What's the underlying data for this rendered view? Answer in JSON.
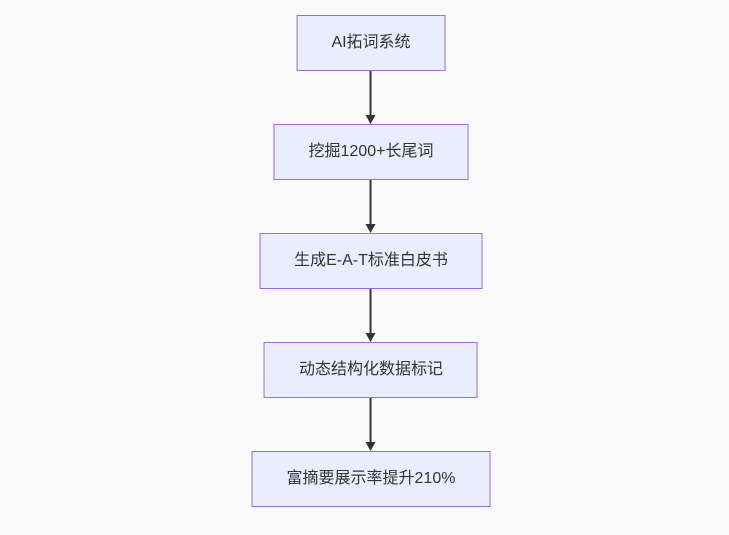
{
  "diagram": {
    "type": "flowchart",
    "direction": "top-down",
    "nodes": [
      {
        "id": "n1",
        "label": "AI拓词系统"
      },
      {
        "id": "n2",
        "label": "挖掘1200+长尾词"
      },
      {
        "id": "n3",
        "label": "生成E-A-T标准白皮书"
      },
      {
        "id": "n4",
        "label": "动态结构化数据标记"
      },
      {
        "id": "n5",
        "label": "富摘要展示率提升210%"
      }
    ],
    "edges": [
      {
        "from": "n1",
        "to": "n2",
        "style": "arrow-down"
      },
      {
        "from": "n2",
        "to": "n3",
        "style": "arrow-down"
      },
      {
        "from": "n3",
        "to": "n4",
        "style": "arrow-down"
      },
      {
        "from": "n4",
        "to": "n5",
        "style": "arrow-down"
      }
    ],
    "colors": {
      "bg": "#fafafa",
      "node_fill": "#ececff",
      "node_border": "#9370db",
      "text": "#333333",
      "arrow": "#333333"
    }
  }
}
